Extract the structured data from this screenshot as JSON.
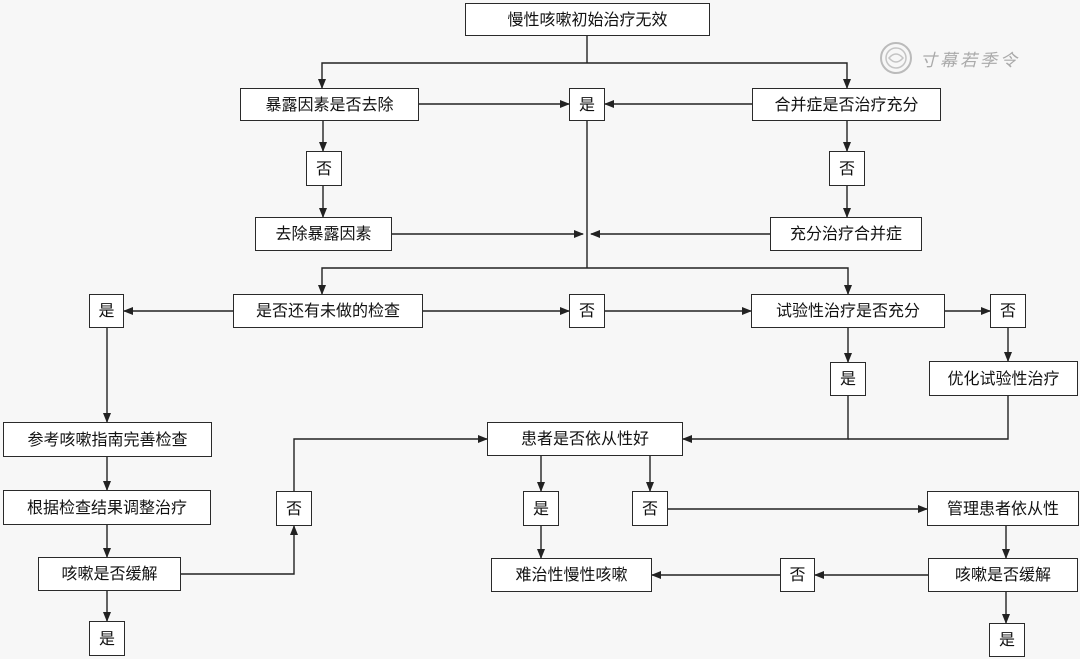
{
  "watermark": {
    "text": "寸幕若季令",
    "icon": "seal-emblem"
  },
  "nodes": {
    "start": "慢性咳嗽初始治疗无效",
    "exposure_removed_q": "暴露因素是否去除",
    "exposure_yes": "是",
    "comorbidity_q": "合并症是否治疗充分",
    "exposure_no": "否",
    "comorbidity_no": "否",
    "remove_exposure": "去除暴露因素",
    "treat_comorbidity": "充分治疗合并症",
    "exam_yes": "是",
    "exam_q": "是否还有未做的检查",
    "exam_no": "否",
    "trial_q": "试验性治疗是否充分",
    "trial_no": "否",
    "trial_yes": "是",
    "optimize_trial": "优化试验性治疗",
    "guideline_exam": "参考咳嗽指南完善检查",
    "compliance_q": "患者是否依从性好",
    "adjust_treatment": "根据检查结果调整治疗",
    "left_no": "否",
    "compliance_yes": "是",
    "compliance_no": "否",
    "manage_compliance": "管理患者依从性",
    "left_relief_q": "咳嗽是否缓解",
    "refractory": "难治性慢性咳嗽",
    "right_no": "否",
    "right_relief_q": "咳嗽是否缓解",
    "left_yes": "是",
    "right_yes": "是"
  }
}
